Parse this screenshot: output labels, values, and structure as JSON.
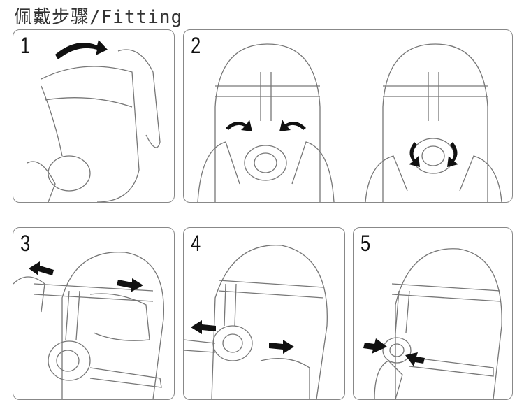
{
  "title": "佩戴步骤/Fitting",
  "steps": [
    {
      "number": "1"
    },
    {
      "number": "2"
    },
    {
      "number": "3"
    },
    {
      "number": "4"
    },
    {
      "number": "5"
    }
  ]
}
